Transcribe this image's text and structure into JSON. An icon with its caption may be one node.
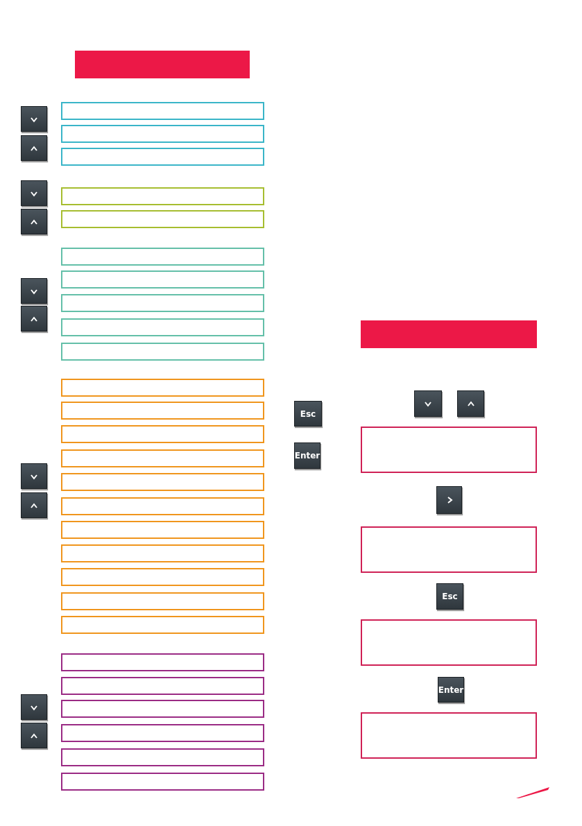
{
  "diagram": {
    "nodes": [
      {
        "text": [],
        "shape": "bar"
      },
      {
        "text": [],
        "shape": "box"
      },
      {
        "text": [],
        "shape": "box"
      },
      {
        "text": [],
        "shape": "box"
      },
      {
        "text": [],
        "shape": "box"
      },
      {
        "text": [],
        "shape": "box"
      },
      {
        "text": [],
        "shape": "box"
      },
      {
        "text": [],
        "shape": "box"
      },
      {
        "text": [],
        "shape": "box"
      },
      {
        "text": [],
        "shape": "box"
      },
      {
        "text": [],
        "shape": "box"
      },
      {
        "text": [],
        "shape": "box"
      },
      {
        "text": [],
        "shape": "box"
      },
      {
        "text": [],
        "shape": "box"
      },
      {
        "text": [],
        "shape": "box"
      },
      {
        "text": [],
        "shape": "box"
      },
      {
        "text": [],
        "shape": "box"
      },
      {
        "text": [],
        "shape": "box"
      },
      {
        "text": [],
        "shape": "box"
      },
      {
        "text": [],
        "shape": "box"
      },
      {
        "text": [],
        "shape": "box"
      },
      {
        "text": [],
        "shape": "box"
      },
      {
        "text": [],
        "shape": "box"
      },
      {
        "text": [],
        "shape": "box"
      },
      {
        "text": [],
        "shape": "box"
      },
      {
        "text": [],
        "shape": "box"
      },
      {
        "text": [],
        "shape": "box"
      },
      {
        "text": [],
        "shape": "box"
      },
      {
        "text": [],
        "shape": "box"
      },
      {
        "text": [],
        "shape": "box"
      },
      {
        "text": [],
        "shape": "box"
      },
      {
        "text": [],
        "shape": "box"
      },
      {
        "text": [],
        "shape": "box"
      },
      {
        "text": [],
        "shape": "box"
      },
      {
        "text": [],
        "shape": "box"
      },
      {
        "text": [],
        "shape": "box"
      },
      {
        "text": [],
        "shape": "box"
      },
      {
        "text": [],
        "shape": "box"
      },
      {
        "text": [
          "Esc"
        ]
      },
      {
        "text": [
          "Enter"
        ]
      },
      {
        "text": [],
        "shape": "bar"
      },
      {
        "text": [],
        "shape": "box"
      },
      {
        "text": [],
        "shape": "box"
      },
      {
        "text": [],
        "shape": "box"
      },
      {
        "text": [],
        "shape": "box"
      },
      {
        "text": [],
        "shape": "box"
      },
      {
        "text": [
          "Esc"
        ]
      },
      {
        "text": [],
        "shape": "box"
      },
      {
        "text": [
          "Enter"
        ]
      },
      {
        "text": [],
        "shape": "box"
      }
    ]
  }
}
